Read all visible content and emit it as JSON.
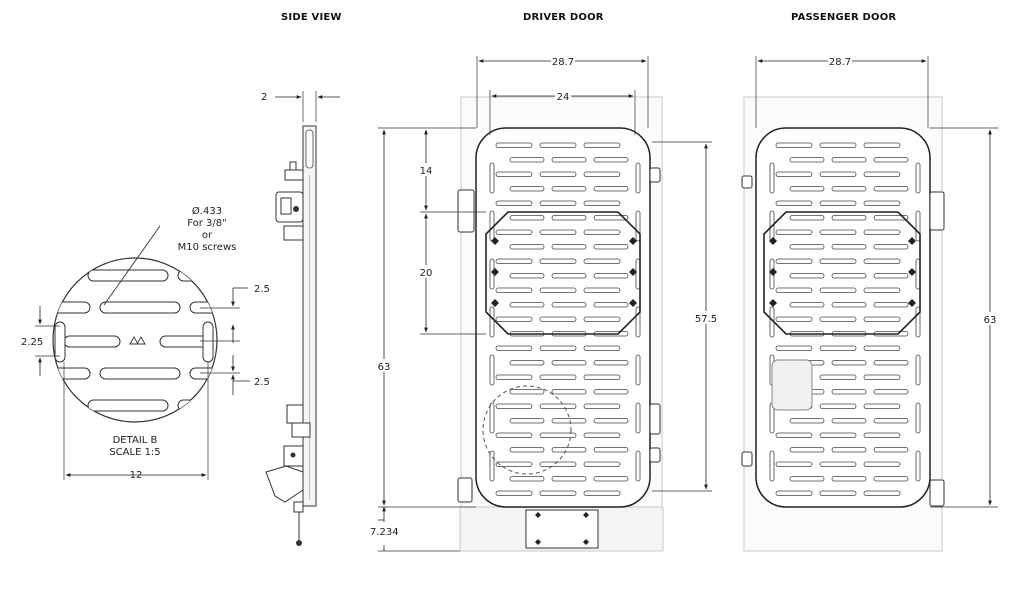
{
  "views": {
    "side_view": "SIDE VIEW",
    "driver_door": "DRIVER DOOR",
    "passenger_door": "PASSENGER DOOR"
  },
  "detail": {
    "hole_line1": "Ø.433",
    "hole_line2": "For 3/8\"",
    "hole_line3": "or",
    "hole_line4": "M10 screws",
    "label_line1": "DETAIL B",
    "label_line2": "SCALE 1:5",
    "dim_width": "12",
    "dim_pitch_top": "2.5",
    "dim_pitch_bottom": "2.5",
    "dim_slot": "2.25"
  },
  "side": {
    "dim_depth": "2"
  },
  "driver": {
    "dim_overall_width": "28.7",
    "dim_rail_width": "24",
    "dim_top_offset": "14",
    "dim_panel_height": "20",
    "dim_overall_height": "63",
    "dim_right_height": "57.5",
    "dim_bottom_offset": "7.234"
  },
  "passenger": {
    "dim_overall_width": "28.7",
    "dim_overall_height": "63"
  }
}
